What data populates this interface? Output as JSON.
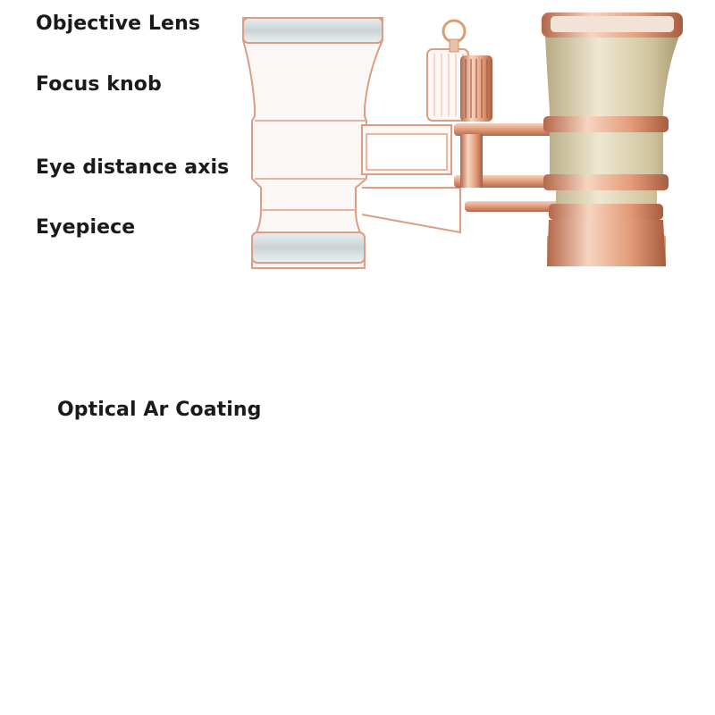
{
  "labels": {
    "objective_lens": "Objective Lens",
    "focus_knob": "Focus knob",
    "eye_distance_axis": "Eye distance axis",
    "eyepiece": "Eyepiece",
    "optical_ar_coating": "Optical Ar Coating"
  },
  "colors": {
    "rose_gold": "#e7a887",
    "rose_gold_dark": "#b96a4c",
    "champagne": "#d9cfae",
    "lens_dark": "#3b3b36",
    "outline": "#d98a72"
  }
}
